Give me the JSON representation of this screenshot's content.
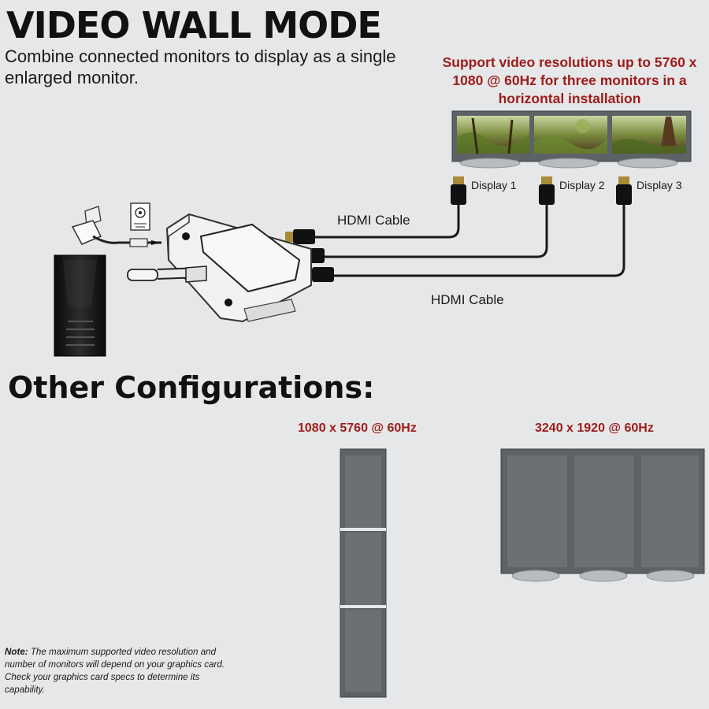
{
  "title": "VIDEO WALL MODE",
  "subtitle": "Combine connected monitors to display as a single enlarged monitor.",
  "support_text": "Support video resolutions up to 5760 x 1080 @ 60Hz for three monitors in a horizontal installation",
  "displays": [
    "Display 1",
    "Display 2",
    "Display 3"
  ],
  "cable_labels": [
    "HDMI Cable",
    "HDMI Cable"
  ],
  "other_title": "Other Configurations:",
  "configs": [
    {
      "resolution": "1080 x 5760 @ 60Hz"
    },
    {
      "resolution": "3240 x 1920 @ 60Hz"
    }
  ],
  "note": {
    "lead": "Note:",
    "body": " The maximum supported video resolution and number of monitors will depend on your graphics card. Check your graphics card specs to determine its capability."
  },
  "colors": {
    "accent_red": "#9e1b1b",
    "monitor_gray": "#5d6266",
    "background": "#e6e7e8"
  },
  "icons": [
    "power-adapter-icon",
    "dc-power-symbol-icon",
    "usb-c-connector-icon",
    "laptop-icon",
    "hdmi-connector-icon",
    "docking-adapter-icon"
  ]
}
